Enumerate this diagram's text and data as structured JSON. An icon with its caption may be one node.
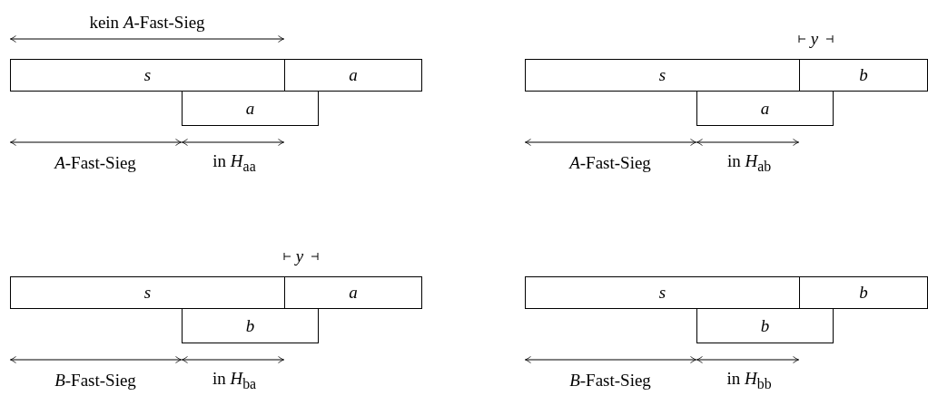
{
  "diagram": {
    "nodes": [
      {
        "text": [
          "s"
        ]
      },
      {
        "text": [
          "a"
        ]
      },
      {
        "text": [
          "a"
        ]
      },
      {
        "text": [
          "s"
        ]
      },
      {
        "text": [
          "b"
        ]
      },
      {
        "text": [
          "a"
        ]
      },
      {
        "text": [
          "s"
        ]
      },
      {
        "text": [
          "a"
        ]
      },
      {
        "text": [
          "b"
        ]
      },
      {
        "text": [
          "s"
        ]
      },
      {
        "text": [
          "b"
        ]
      },
      {
        "text": [
          "b"
        ]
      }
    ],
    "edges": [],
    "labels": [
      "kein *A*-Fast-Sieg",
      "y",
      "*A*-Fast-Sieg",
      "in *H*$_{aa}$",
      "*A*-Fast-Sieg",
      "in *H*$_{ab}$",
      "y",
      "*B*-Fast-Sieg",
      "in *H*$_{ba}$",
      "*B*-Fast-Sieg",
      "in *H*$_{bb}$"
    ]
  }
}
